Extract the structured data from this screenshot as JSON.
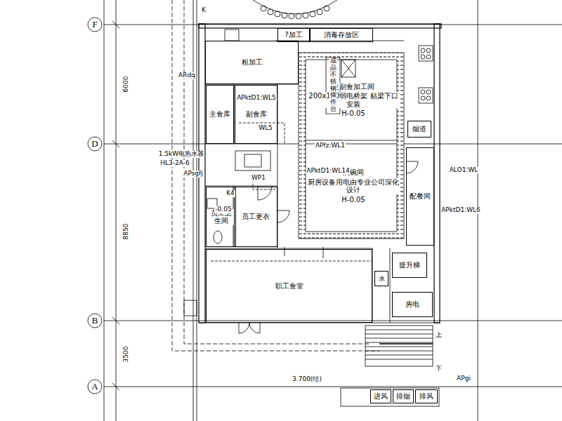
{
  "diagram": {
    "nodes": [
      {
        "text": [
          "?加工"
        ]
      },
      {
        "text": [
          "消毒存放区"
        ]
      },
      {
        "text": [
          "粗加工"
        ]
      },
      {
        "text": [
          "主副食加工间",
          "200x100弱电桥架 贴梁下口安装",
          "H-0.05"
        ]
      },
      {
        "text": [
          "洗碗间",
          "厨房设备用电由专业公司深化设计",
          "H-0.05"
        ]
      },
      {
        "text": [
          "主食库"
        ]
      },
      {
        "text": [
          "副食库"
        ]
      },
      {
        "text": [
          "烟道"
        ]
      },
      {
        "text": [
          "配餐间"
        ]
      },
      {
        "text": [
          "员工卫生间"
        ]
      },
      {
        "text": [
          "员工更衣"
        ]
      },
      {
        "text": [
          "提升梯"
        ]
      },
      {
        "text": [
          "水"
        ]
      },
      {
        "text": [
          "职工食堂"
        ]
      },
      {
        "text": [
          "房电"
        ]
      },
      {
        "text": [
          "进风"
        ]
      },
      {
        "text": [
          "排烟"
        ]
      },
      {
        "text": [
          "排风"
        ]
      }
    ],
    "labels": [
      "F",
      "D",
      "B",
      "A",
      "6000",
      "8850",
      "3500",
      "ARdq",
      "APktD1:WL5",
      "WL5",
      "1.5kW电热水器",
      "HL3-2A-6",
      "APsgfj",
      "WP1",
      "K4",
      "-0.05",
      "APfz:WL1",
      "APktD1:WL14",
      "ALO1:WL",
      "APktD1:WL6",
      "成品不锈钢操作台",
      "3.700(结)",
      "上",
      "下",
      "APgi",
      "K"
    ]
  }
}
